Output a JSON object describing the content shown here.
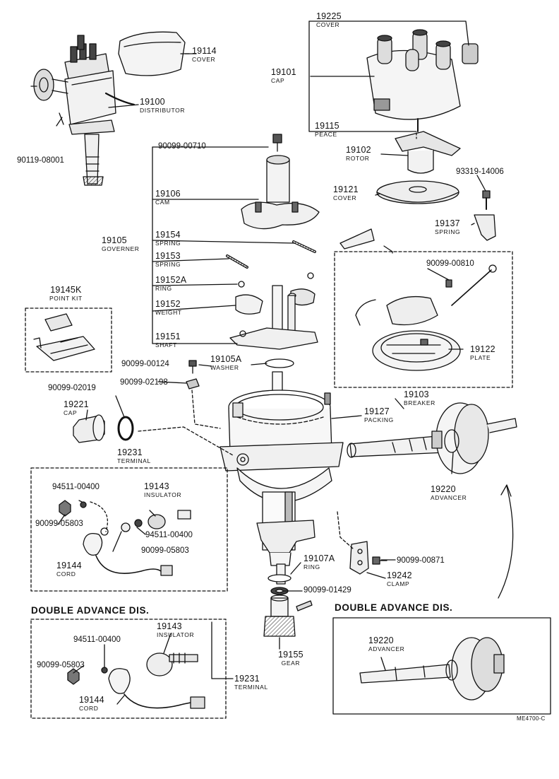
{
  "parts": {
    "p19225": {
      "num": "19225",
      "name": "COVER"
    },
    "p19114": {
      "num": "19114",
      "name": "COVER"
    },
    "p19101": {
      "num": "19101",
      "name": "CAP"
    },
    "p19100": {
      "num": "19100",
      "name": "DISTRIBUTOR"
    },
    "p19115": {
      "num": "19115",
      "name": "PEACE"
    },
    "p19102": {
      "num": "19102",
      "name": "ROTOR"
    },
    "p19121": {
      "num": "19121",
      "name": "COVER"
    },
    "p19106": {
      "num": "19106",
      "name": "CAM"
    },
    "p19137": {
      "num": "19137",
      "name": "SPRING"
    },
    "p19105": {
      "num": "19105",
      "name": "GOVERNER"
    },
    "p19154": {
      "num": "19154",
      "name": "SPRING"
    },
    "p19153": {
      "num": "19153",
      "name": "SPRING"
    },
    "p19152A": {
      "num": "19152A",
      "name": "RING"
    },
    "p19152": {
      "num": "19152",
      "name": "WEIGHT"
    },
    "p19145K": {
      "num": "19145K",
      "name": "POINT KIT"
    },
    "p19151": {
      "num": "19151",
      "name": "SHAFT"
    },
    "p19105A": {
      "num": "19105A",
      "name": "WASHER"
    },
    "p19122": {
      "num": "19122",
      "name": "PLATE"
    },
    "p19103": {
      "num": "19103",
      "name": "BREAKER"
    },
    "p19221": {
      "num": "19221",
      "name": "CAP"
    },
    "p19127": {
      "num": "19127",
      "name": "PACKING"
    },
    "p19231a": {
      "num": "19231",
      "name": "TERMINAL"
    },
    "p19143a": {
      "num": "19143",
      "name": "INSULATOR"
    },
    "p19220a": {
      "num": "19220",
      "name": "ADVANCER"
    },
    "p19144a": {
      "num": "19144",
      "name": "CORD"
    },
    "p19107A": {
      "num": "19107A",
      "name": "RING"
    },
    "p19242": {
      "num": "19242",
      "name": "CLAMP"
    },
    "p19155": {
      "num": "19155",
      "name": "GEAR"
    },
    "p19143b": {
      "num": "19143",
      "name": "INSULATOR"
    },
    "p19220b": {
      "num": "19220",
      "name": "ADVANCER"
    },
    "p19231b": {
      "num": "19231",
      "name": "TERMINAL"
    },
    "p19144b": {
      "num": "19144",
      "name": "CORD"
    }
  },
  "part_numbers": {
    "pn_90119_08001": "90119-08001",
    "pn_90099_00710": "90099-00710",
    "pn_93319_14006": "93319-14006",
    "pn_90099_00810": "90099-00810",
    "pn_90099_00124": "90099-00124",
    "pn_90099_02019": "90099-02019",
    "pn_90099_02198": "90099-02198",
    "pn_94511_00400a": "94511-00400",
    "pn_90099_05803a": "90099-05803",
    "pn_94511_00400b": "94511-00400",
    "pn_90099_05803b": "90099-05803",
    "pn_90099_00871": "90099-00871",
    "pn_90099_01429": "90099-01429",
    "pn_94511_00400c": "94511-00400",
    "pn_90099_05803c": "90099-05803"
  },
  "sections": {
    "double_advance_left": "DOUBLE ADVANCE DIS.",
    "double_advance_right": "DOUBLE ADVANCE DIS."
  },
  "drawing_code": "ME4700-C"
}
